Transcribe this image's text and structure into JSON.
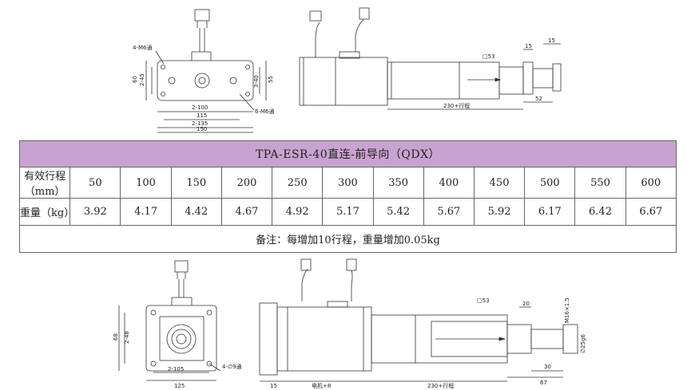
{
  "top_drawing": {
    "front_view": {
      "dims": {
        "hole_note": "4-M6通",
        "height_60": "60",
        "height_2_45": "2-45",
        "right_3_40": "3-40",
        "right_55": "55",
        "width_2_100": "2-100",
        "width_115": "115",
        "width_2_135": "2-135",
        "width_150": "150",
        "hole_note_2": "6-M6通"
      }
    },
    "side_view": {
      "dims": {
        "square": "□53",
        "d15a": "15",
        "d15b": "15",
        "stroke": "230+行程",
        "d52": "52"
      }
    }
  },
  "table": {
    "title": "TPA-ESR-40直连-前导向（QDX）",
    "stroke_label": "有效行程（mm）",
    "weight_label": "重量（kg）",
    "strokes": [
      "50",
      "100",
      "150",
      "200",
      "250",
      "300",
      "350",
      "400",
      "450",
      "500",
      "550",
      "600"
    ],
    "weights": [
      "3.92",
      "4.17",
      "4.42",
      "4.67",
      "4.92",
      "5.17",
      "5.42",
      "5.67",
      "5.92",
      "6.17",
      "6.42",
      "6.67"
    ],
    "note": "备注：每增加10行程，重量增加0.05kg"
  },
  "bottom_drawing": {
    "front_view": {
      "dims": {
        "h68": "68",
        "h2_48": "2-48",
        "w2_105": "2-105",
        "w125": "125",
        "hole_note": "4-∅9通"
      }
    },
    "side_view": {
      "dims": {
        "square": "□53",
        "d20": "20",
        "thread": "M16×1.5",
        "shaft": "∅25g6",
        "d30": "30",
        "d67": "67",
        "d15": "15",
        "motor": "电机+8",
        "stroke": "230+行程"
      }
    }
  }
}
